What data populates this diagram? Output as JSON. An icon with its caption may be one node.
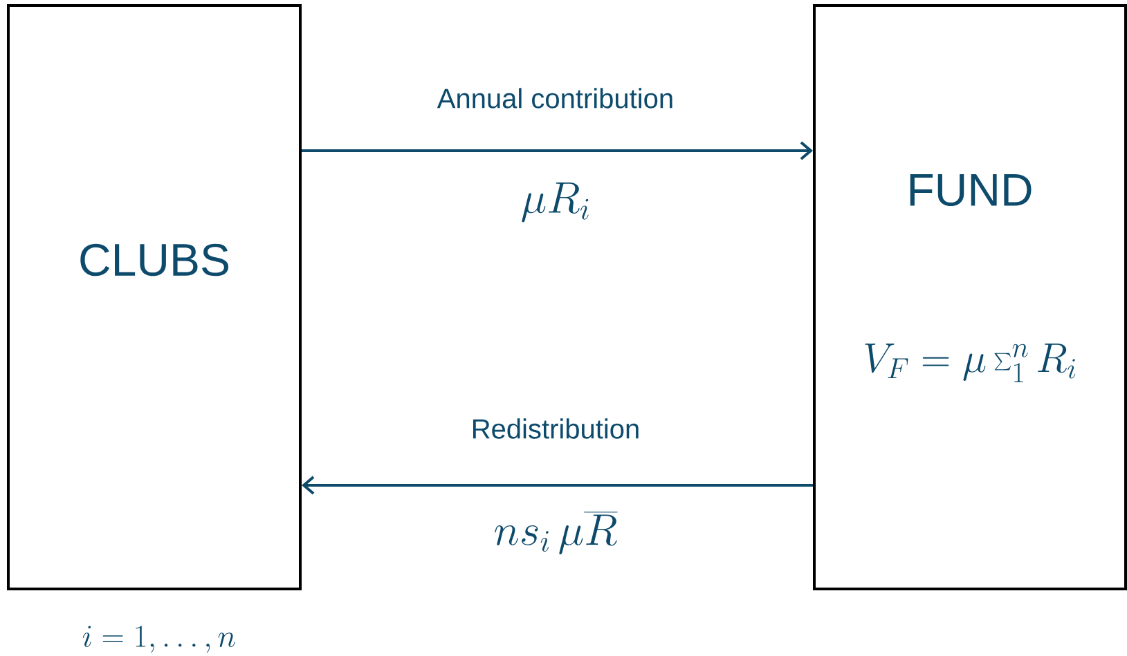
{
  "diagram": {
    "nodes": [
      {
        "text": [
          "CLUBS"
        ]
      },
      {
        "text": [
          "FUND",
          "V_F = \\mu \\sum_1^n R_i"
        ]
      }
    ],
    "edges": [
      {
        "from": 0,
        "to": 1,
        "arrow": "to",
        "label": "Annual contribution"
      },
      {
        "from": 1,
        "to": 0,
        "arrow": "to",
        "label": "Redistribution"
      }
    ],
    "labels": [
      "\\mu R_i",
      "n s_i \\, \\mu \\overline{R}",
      "i = 1, \\ldots, n"
    ]
  }
}
